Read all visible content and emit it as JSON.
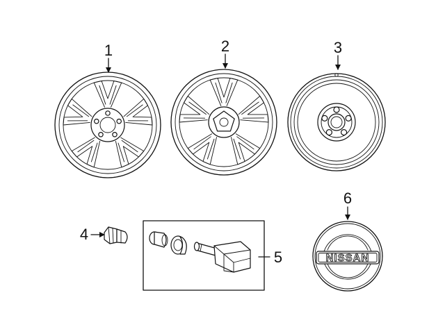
{
  "callouts": [
    {
      "id": "1",
      "label": "1"
    },
    {
      "id": "2",
      "label": "2"
    },
    {
      "id": "3",
      "label": "3"
    },
    {
      "id": "4",
      "label": "4"
    },
    {
      "id": "5",
      "label": "5"
    },
    {
      "id": "6",
      "label": "6"
    }
  ],
  "emblem": {
    "text": "NISSAN"
  },
  "colors": {
    "line": "#111111",
    "background": "#ffffff"
  }
}
